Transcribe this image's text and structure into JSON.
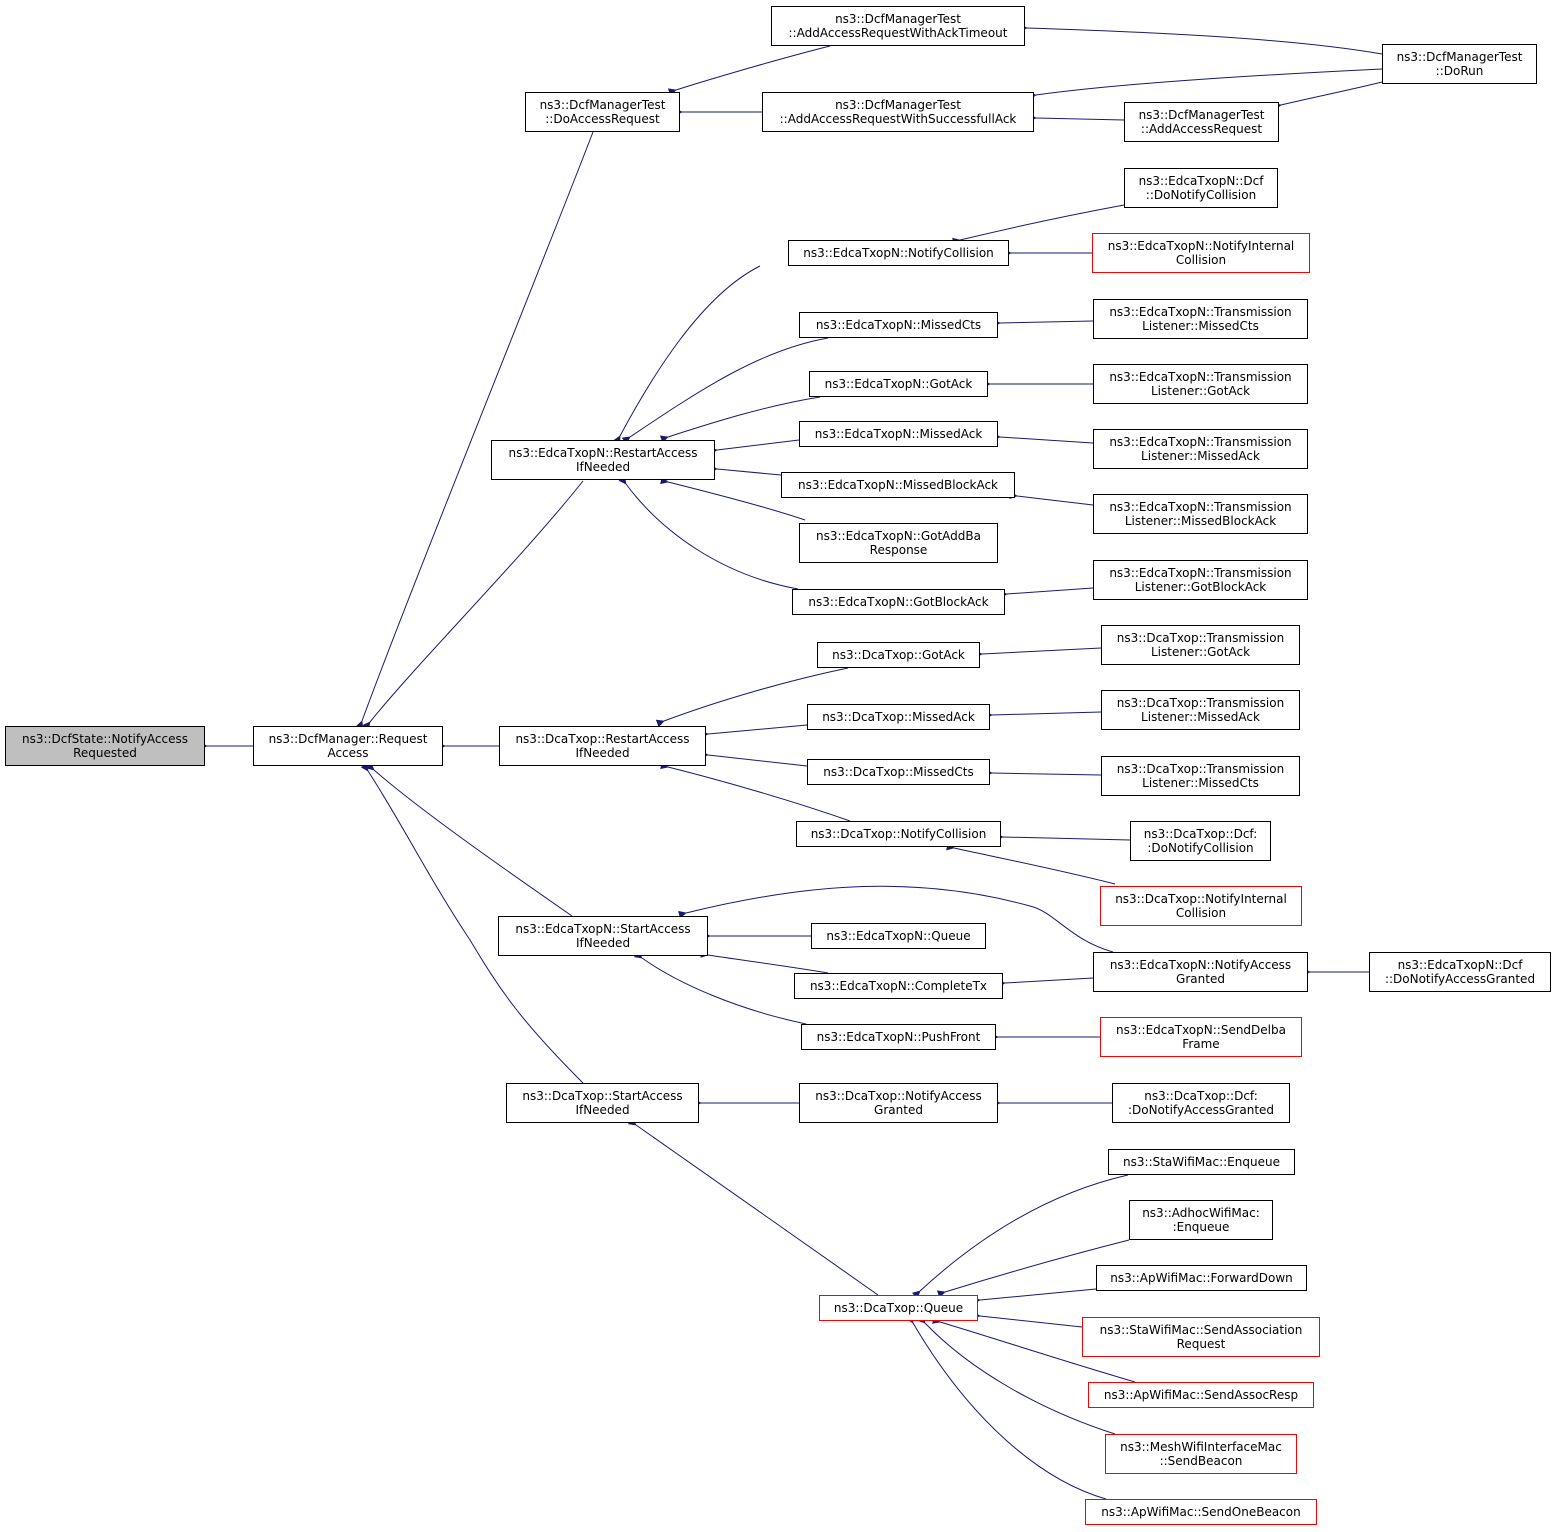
{
  "colors": {
    "edge": "#191970",
    "border": "#000000",
    "truncated_border": "#ff0000",
    "root_fill": "#bfbfbf",
    "background": "#ffffff"
  },
  "nodes": {
    "root": [
      "ns3::DcfState::NotifyAccess",
      "Requested"
    ],
    "dcf_request": [
      "ns3::DcfManager::Request",
      "Access"
    ],
    "doaccessrequest": [
      "ns3::DcfManagerTest",
      "::DoAccessRequest"
    ],
    "edca_restart": [
      "ns3::EdcaTxopN::RestartAccess",
      "IfNeeded"
    ],
    "dca_restart": [
      "ns3::DcaTxop::RestartAccess",
      "IfNeeded"
    ],
    "edca_start": [
      "ns3::EdcaTxopN::StartAccess",
      "IfNeeded"
    ],
    "dca_start": [
      "ns3::DcaTxop::StartAccess",
      "IfNeeded"
    ],
    "acktimeout": [
      "ns3::DcfManagerTest",
      "::AddAccessRequestWithAckTimeout"
    ],
    "successack": [
      "ns3::DcfManagerTest",
      "::AddAccessRequestWithSuccessfullAck"
    ],
    "dorun": [
      "ns3::DcfManagerTest",
      "::DoRun"
    ],
    "addaccessrequest": [
      "ns3::DcfManagerTest",
      "::AddAccessRequest"
    ],
    "edca_notifycollision": [
      "ns3::EdcaTxopN::NotifyCollision"
    ],
    "edca_dcf_donotifycollision": [
      "ns3::EdcaTxopN::Dcf",
      "::DoNotifyCollision"
    ],
    "edca_notifyinternalcollision": [
      "ns3::EdcaTxopN::NotifyInternal",
      "Collision"
    ],
    "edca_missedcts": [
      "ns3::EdcaTxopN::MissedCts"
    ],
    "edca_tl_missedcts": [
      "ns3::EdcaTxopN::Transmission",
      "Listener::MissedCts"
    ],
    "edca_gotack": [
      "ns3::EdcaTxopN::GotAck"
    ],
    "edca_tl_gotack": [
      "ns3::EdcaTxopN::Transmission",
      "Listener::GotAck"
    ],
    "edca_missedack": [
      "ns3::EdcaTxopN::MissedAck"
    ],
    "edca_tl_missedack": [
      "ns3::EdcaTxopN::Transmission",
      "Listener::MissedAck"
    ],
    "edca_missedblockack": [
      "ns3::EdcaTxopN::MissedBlockAck"
    ],
    "edca_tl_missedblockack": [
      "ns3::EdcaTxopN::Transmission",
      "Listener::MissedBlockAck"
    ],
    "edca_gotaddba": [
      "ns3::EdcaTxopN::GotAddBa",
      "Response"
    ],
    "edca_gotblockack": [
      "ns3::EdcaTxopN::GotBlockAck"
    ],
    "edca_tl_gotblockack": [
      "ns3::EdcaTxopN::Transmission",
      "Listener::GotBlockAck"
    ],
    "dca_gotack": [
      "ns3::DcaTxop::GotAck"
    ],
    "dca_tl_gotack": [
      "ns3::DcaTxop::Transmission",
      "Listener::GotAck"
    ],
    "dca_missedack": [
      "ns3::DcaTxop::MissedAck"
    ],
    "dca_tl_missedack": [
      "ns3::DcaTxop::Transmission",
      "Listener::MissedAck"
    ],
    "dca_missedcts": [
      "ns3::DcaTxop::MissedCts"
    ],
    "dca_tl_missedcts": [
      "ns3::DcaTxop::Transmission",
      "Listener::MissedCts"
    ],
    "dca_notifycollision": [
      "ns3::DcaTxop::NotifyCollision"
    ],
    "dca_dcf_donotifycollision": [
      "ns3::DcaTxop::Dcf:",
      ":DoNotifyCollision"
    ],
    "dca_notifyinternalcollision": [
      "ns3::DcaTxop::NotifyInternal",
      "Collision"
    ],
    "edca_queue": [
      "ns3::EdcaTxopN::Queue"
    ],
    "edca_completetx": [
      "ns3::EdcaTxopN::CompleteTx"
    ],
    "edca_notifyaccessgranted": [
      "ns3::EdcaTxopN::NotifyAccess",
      "Granted"
    ],
    "edca_dcf_donotifyaccessgranted": [
      "ns3::EdcaTxopN::Dcf",
      "::DoNotifyAccessGranted"
    ],
    "edca_pushfront": [
      "ns3::EdcaTxopN::PushFront"
    ],
    "edca_senddelbaframe": [
      "ns3::EdcaTxopN::SendDelba",
      "Frame"
    ],
    "dca_notifyaccessgranted": [
      "ns3::DcaTxop::NotifyAccess",
      "Granted"
    ],
    "dca_dcf_donotifyaccessgranted": [
      "ns3::DcaTxop::Dcf:",
      ":DoNotifyAccessGranted"
    ],
    "dca_queue": [
      "ns3::DcaTxop::Queue"
    ],
    "sta_enqueue": [
      "ns3::StaWifiMac::Enqueue"
    ],
    "adhoc_enqueue": [
      "ns3::AdhocWifiMac:",
      ":Enqueue"
    ],
    "ap_forwarddown": [
      "ns3::ApWifiMac::ForwardDown"
    ],
    "sta_sendassociationrequest": [
      "ns3::StaWifiMac::SendAssociation",
      "Request"
    ],
    "ap_sendassocresp": [
      "ns3::ApWifiMac::SendAssocResp"
    ],
    "mesh_sendbeacon": [
      "ns3::MeshWifiInterfaceMac",
      "::SendBeacon"
    ],
    "ap_sendonebeacon": [
      "ns3::ApWifiMac::SendOneBeacon"
    ]
  }
}
